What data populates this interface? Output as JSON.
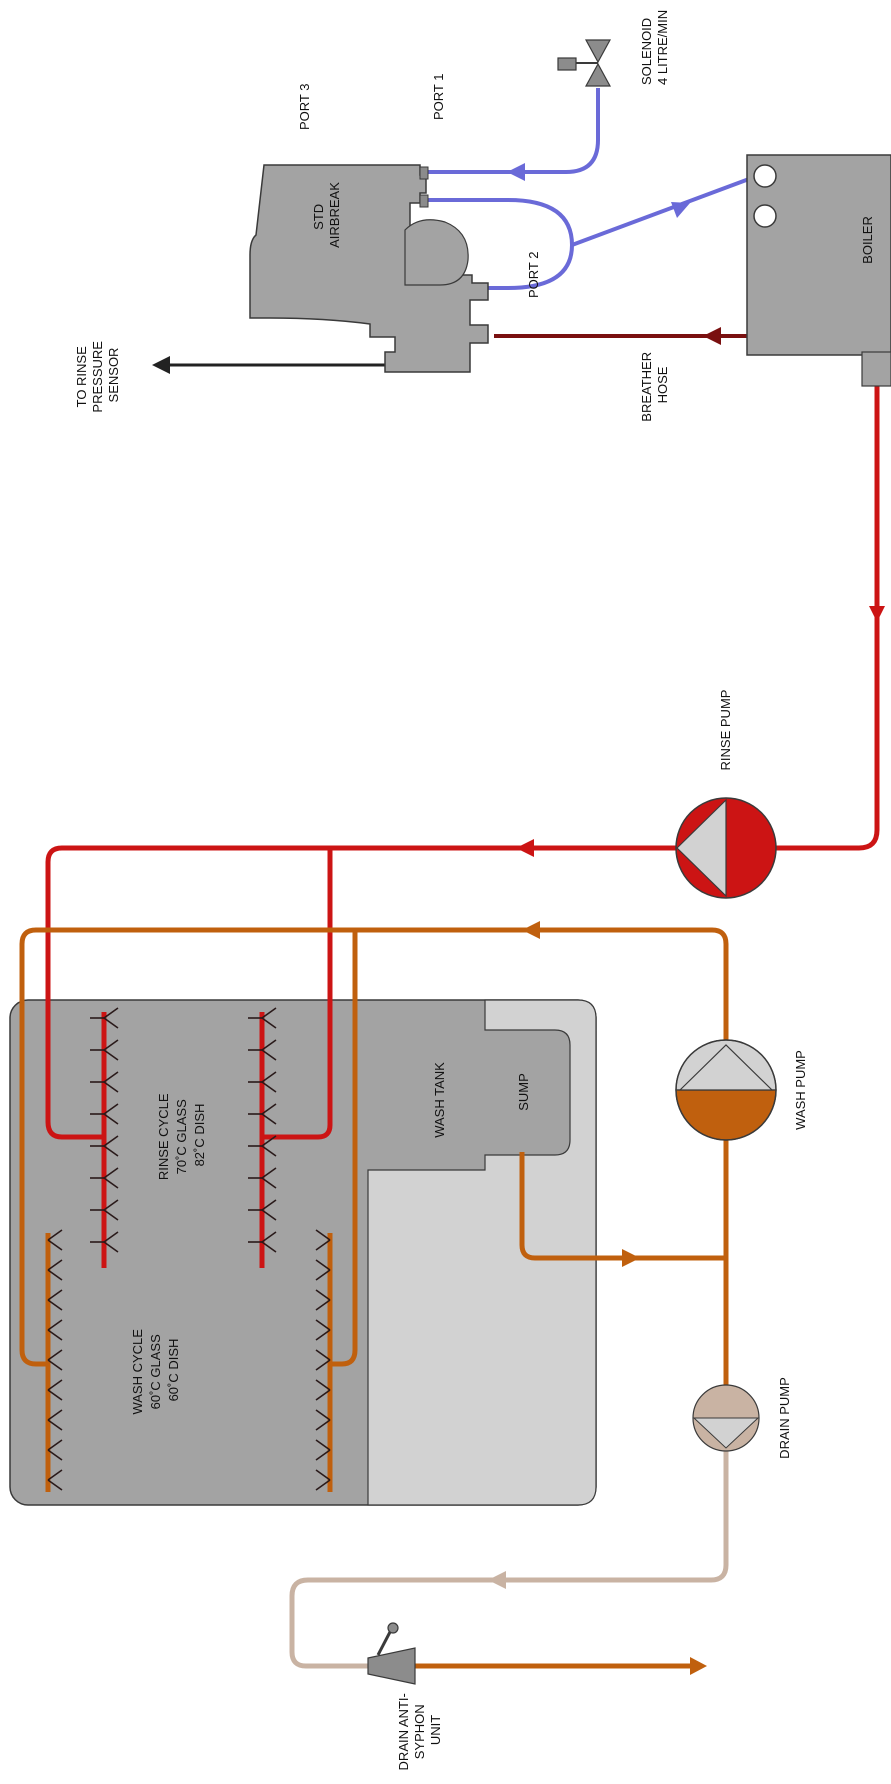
{
  "colors": {
    "rinse": "#cc1414",
    "wash": "#c0600e",
    "drain": "#c9b3a3",
    "fresh": "#6a6ad8",
    "breather": "#7a1010",
    "grey": "#a3a3a3",
    "light_grey": "#d2d2d2",
    "outline": "#3a3a3a"
  },
  "labels": {
    "solenoid": [
      "SOLENOID",
      "4 LITRE/MIN"
    ],
    "port_1": "PORT 1",
    "port_2": "PORT 2",
    "port_3": "PORT 3",
    "airbreak": [
      "STD",
      "AIRBREAK"
    ],
    "boiler": "BOILER",
    "breather_hose": [
      "BREATHER",
      "HOSE"
    ],
    "to_rinse_pressure_sensor": [
      "TO RINSE",
      "PRESSURE",
      "SENSOR"
    ],
    "rinse_pump": "RINSE PUMP",
    "wash_pump": "WASH PUMP",
    "drain_pump": "DRAIN PUMP",
    "wash_tank": "WASH TANK",
    "sump": "SUMP",
    "rinse_cycle": [
      "RINSE CYCLE",
      "70˚C GLASS",
      "82˚C DISH"
    ],
    "wash_cycle": [
      "WASH CYCLE",
      "60˚C GLASS",
      "60˚C DISH"
    ],
    "drain_anti_syphon": [
      "DRAIN ANTI-",
      "SYPHON",
      "UNIT"
    ]
  },
  "icons": [
    "solenoid-valve-icon",
    "pump-icon",
    "anti-syphon-valve-icon",
    "flow-arrow-icon",
    "spray-arm-icon"
  ]
}
